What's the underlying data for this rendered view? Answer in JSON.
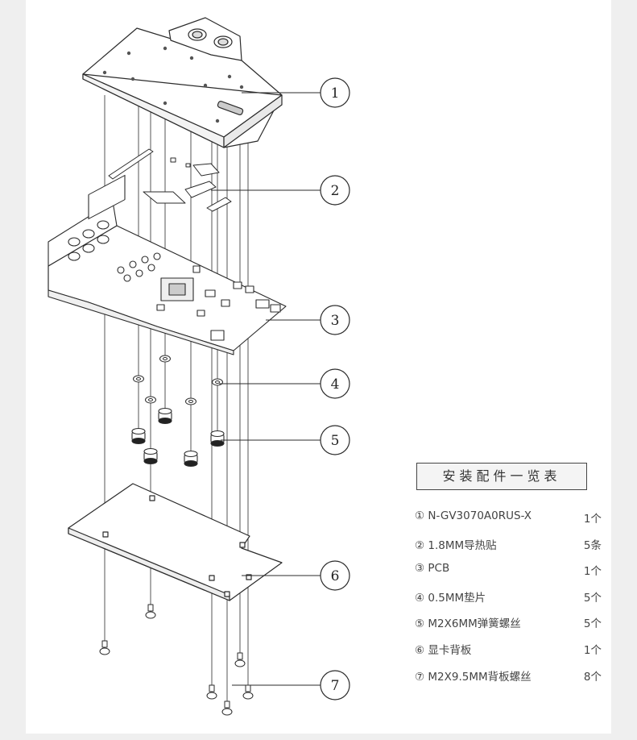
{
  "callouts": [
    "1",
    "2",
    "3",
    "4",
    "5",
    "6",
    "7"
  ],
  "parts_title": "安装配件一览表",
  "parts": [
    {
      "label": "① N-GV3070A0RUS-X",
      "qty": "1个"
    },
    {
      "label": "② 1.8MM导热贴",
      "qty": "5条"
    },
    {
      "label": "③ PCB",
      "qty": "1个"
    },
    {
      "label": "④ 0.5MM垫片",
      "qty": "5个"
    },
    {
      "label": "⑤ M2X6MM弹簧螺丝",
      "qty": "5个"
    },
    {
      "label": "⑥ 显卡背板",
      "qty": "1个"
    },
    {
      "label": "⑦ M2X9.5MM背板螺丝",
      "qty": "8个"
    }
  ],
  "colors": {
    "line": "#2b2b2b",
    "page": "#ffffff",
    "background": "#efefef"
  }
}
